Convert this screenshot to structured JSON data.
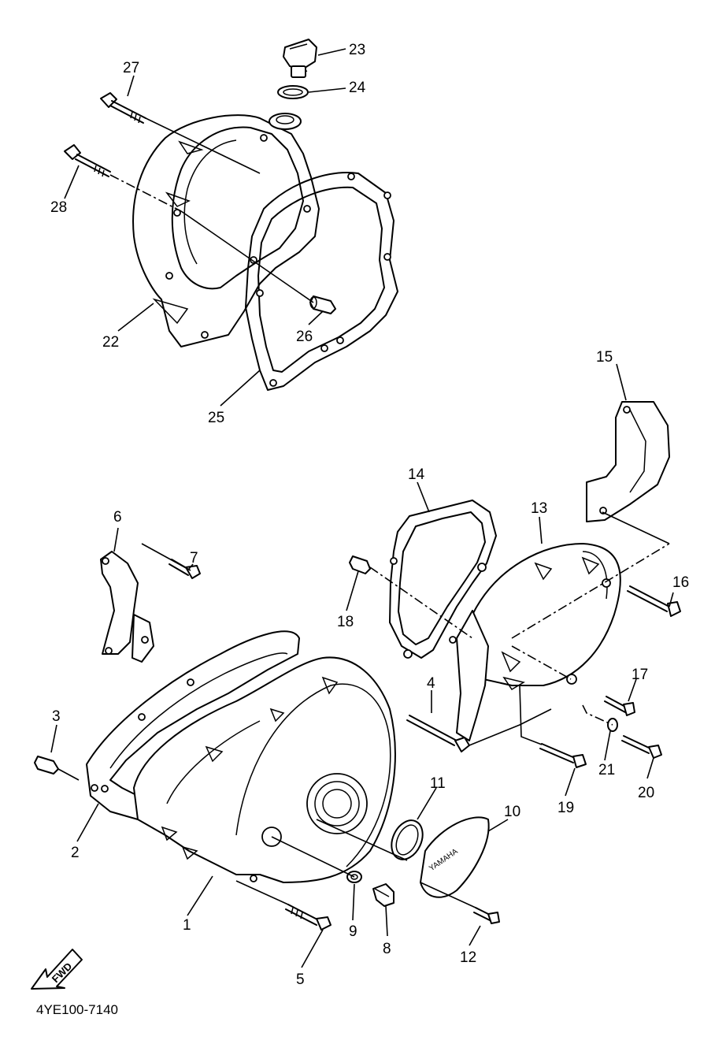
{
  "diagram": {
    "code": "4YE100-7140",
    "fwd_label": "FWD",
    "brand_mark": "YAMAHA",
    "callouts": [
      {
        "key": "c1",
        "label": "1"
      },
      {
        "key": "c2",
        "label": "2"
      },
      {
        "key": "c3",
        "label": "3"
      },
      {
        "key": "c4",
        "label": "4"
      },
      {
        "key": "c5",
        "label": "5"
      },
      {
        "key": "c6",
        "label": "6"
      },
      {
        "key": "c7",
        "label": "7"
      },
      {
        "key": "c8",
        "label": "8"
      },
      {
        "key": "c9",
        "label": "9"
      },
      {
        "key": "c10",
        "label": "10"
      },
      {
        "key": "c11",
        "label": "11"
      },
      {
        "key": "c12",
        "label": "12"
      },
      {
        "key": "c13",
        "label": "13"
      },
      {
        "key": "c14",
        "label": "14"
      },
      {
        "key": "c15",
        "label": "15"
      },
      {
        "key": "c16",
        "label": "16"
      },
      {
        "key": "c17",
        "label": "17"
      },
      {
        "key": "c18",
        "label": "18"
      },
      {
        "key": "c19",
        "label": "19"
      },
      {
        "key": "c20",
        "label": "20"
      },
      {
        "key": "c21",
        "label": "21"
      },
      {
        "key": "c22",
        "label": "22"
      },
      {
        "key": "c23",
        "label": "23"
      },
      {
        "key": "c24",
        "label": "24"
      },
      {
        "key": "c25",
        "label": "25"
      },
      {
        "key": "c26",
        "label": "26"
      },
      {
        "key": "c27",
        "label": "27"
      },
      {
        "key": "c28",
        "label": "28"
      }
    ]
  }
}
